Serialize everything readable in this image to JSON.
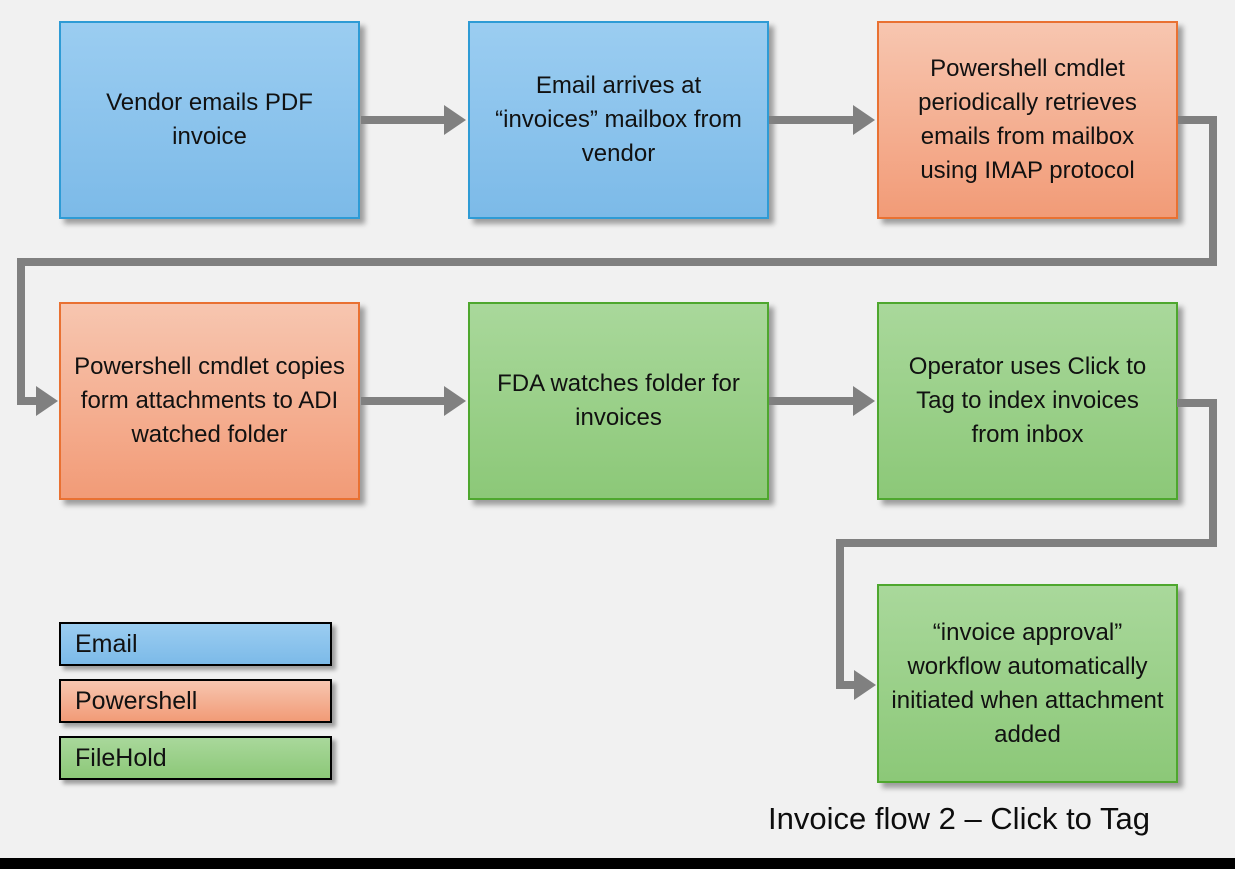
{
  "title": "Invoice flow 2 – Click to Tag",
  "colors": {
    "background": "#F1F1F1",
    "connector": "#808080",
    "email_fill_top": "#9BCDF1",
    "email_fill_bottom": "#7CBAE8",
    "email_border": "#2E9BD5",
    "powershell_fill_top": "#F7C6B0",
    "powershell_fill_bottom": "#F29B77",
    "powershell_border": "#E97132",
    "filehold_fill_top": "#A9D89B",
    "filehold_fill_bottom": "#8CC878",
    "filehold_border": "#4EA72E",
    "bottom_bar": "#000000"
  },
  "boxes": [
    {
      "id": "vendor-emails-pdf-invoice",
      "category": "email",
      "label": "Vendor emails PDF invoice"
    },
    {
      "id": "email-arrives-at-mailbox",
      "category": "email",
      "label": "Email arrives at “invoices” mailbox from vendor"
    },
    {
      "id": "powershell-retrieves-emails",
      "category": "powershell",
      "label": "Powershell cmdlet periodically retrieves emails from mailbox using IMAP protocol"
    },
    {
      "id": "powershell-copies-attachments",
      "category": "powershell",
      "label": "Powershell cmdlet copies form attachments to ADI watched folder"
    },
    {
      "id": "fda-watches-folder",
      "category": "filehold",
      "label": "FDA watches folder for invoices"
    },
    {
      "id": "operator-click-to-tag",
      "category": "filehold",
      "label": "Operator uses Click to Tag to index invoices from inbox"
    },
    {
      "id": "invoice-approval-workflow",
      "category": "filehold",
      "label": "“invoice approval” workflow automatically initiated when attachment added"
    }
  ],
  "legend": [
    {
      "category": "email",
      "label": "Email"
    },
    {
      "category": "powershell",
      "label": "Powershell"
    },
    {
      "category": "filehold",
      "label": "FileHold"
    }
  ]
}
